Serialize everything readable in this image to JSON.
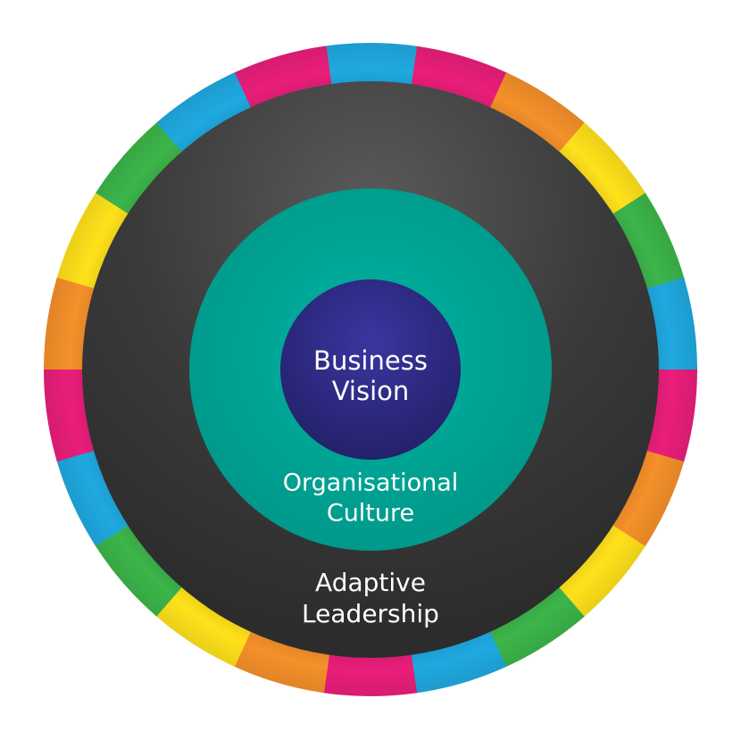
{
  "diagram": {
    "inner": {
      "line1": "Business",
      "line2": "Vision"
    },
    "middle": {
      "line1": "Organisational",
      "line2": "Culture"
    },
    "outer": {
      "line1": "Adaptive",
      "line2": "Leadership"
    }
  },
  "colors": {
    "inner": "#2e2a7e",
    "middle": "#00a091",
    "outer": "#3a3a3a",
    "ring_palette": [
      "#1fa9e0",
      "#e91e7a",
      "#f5902a",
      "#ffe11a",
      "#3cb54a"
    ]
  }
}
